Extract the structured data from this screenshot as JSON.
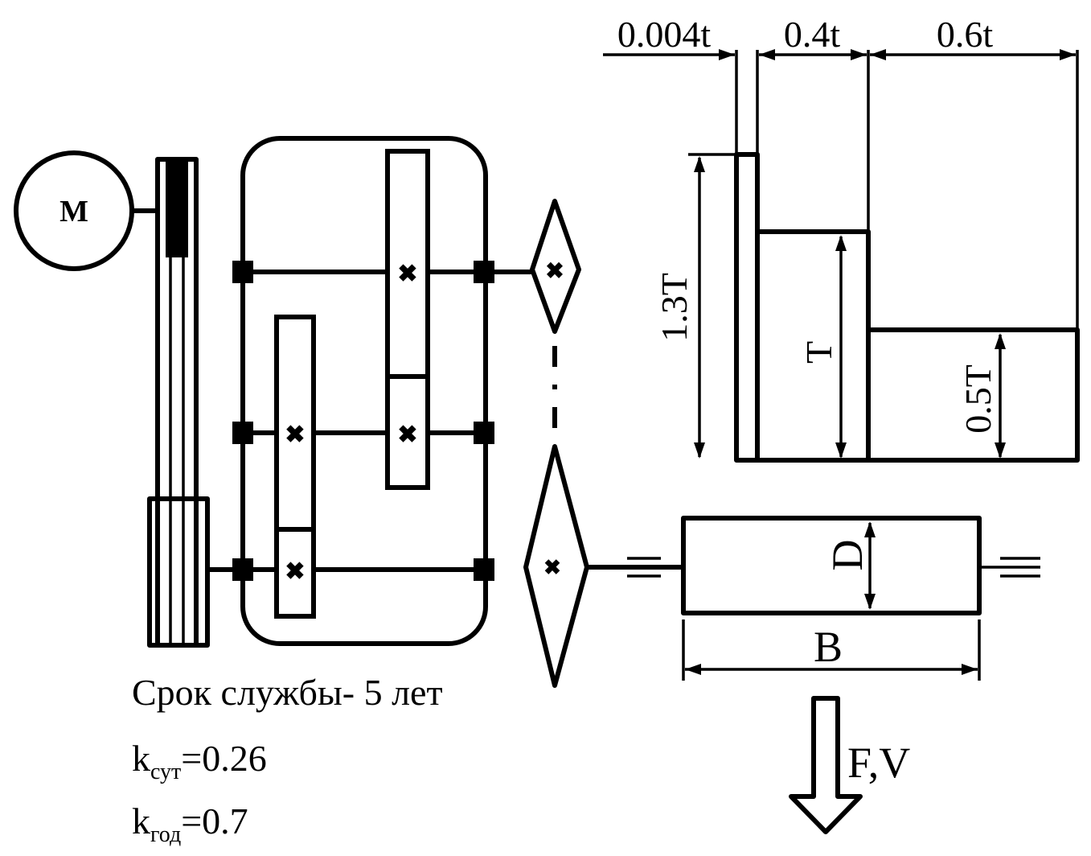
{
  "motor": {
    "label": "М"
  },
  "load_diagram": {
    "time_labels": [
      "0.004t",
      "0.4t",
      "0.6t"
    ],
    "torque_labels": [
      "1.3T",
      "T",
      "0.5T"
    ]
  },
  "drum": {
    "diameter_label": "D",
    "width_label": "B"
  },
  "force": {
    "label": "F,V"
  },
  "notes": {
    "service_life": "Срок службы- 5 лет",
    "k_daily_base": "k",
    "k_daily_sub": "сут",
    "k_daily_value": "=0.26",
    "k_yearly_base": "k",
    "k_yearly_sub": "год",
    "k_yearly_value": "=0.7"
  }
}
